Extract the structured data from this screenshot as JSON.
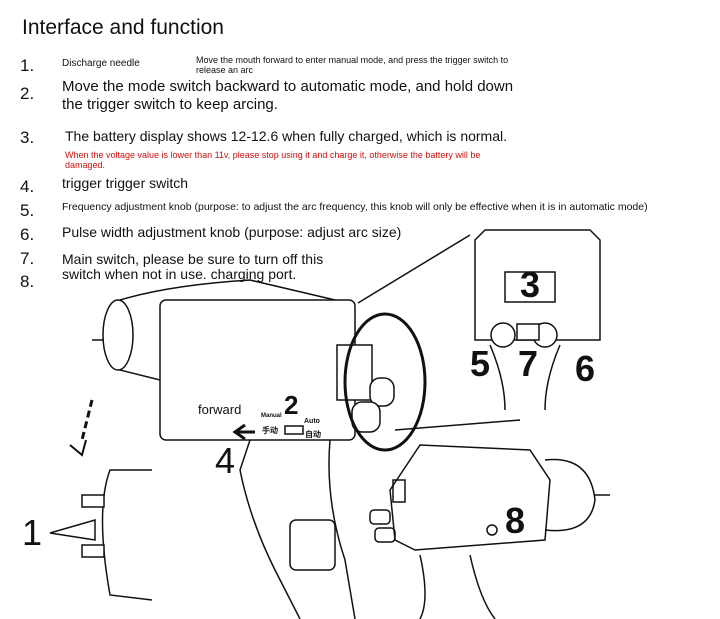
{
  "title": "Interface and function",
  "items": [
    {
      "n": "1.",
      "text": "Discharge needle"
    },
    {
      "n": "2.",
      "text": "Move the mode switch backward to automatic mode, and hold down",
      "text2": "the trigger switch to keep arcing.",
      "note": "Move the mouth forward to enter manual mode, and press the trigger switch to",
      "note2": "release an arc"
    },
    {
      "n": "3.",
      "text": "The battery display shows 12-12.6 when fully charged, which is normal.",
      "warning": "When the voltage value is lower than 11v, please stop using it and charge it, otherwise the battery will be",
      "warning2": "damaged."
    },
    {
      "n": "4.",
      "text": "trigger trigger switch"
    },
    {
      "n": "5.",
      "text": "Frequency adjustment knob (purpose: to adjust the arc frequency, this knob will only be effective when it is in automatic mode)"
    },
    {
      "n": "6.",
      "text": "Pulse width adjustment knob (purpose: adjust arc size)"
    },
    {
      "n": "7.",
      "text": "Main switch, please be sure to turn off this",
      "text2": "switch when not in use. charging port."
    },
    {
      "n": "8.",
      "text": ""
    }
  ],
  "callouts": {
    "c1": "1",
    "c2": "2",
    "c3": "3",
    "c4": "4",
    "c5": "5",
    "c6": "6",
    "c7": "7",
    "c8": "8"
  },
  "device_labels": {
    "forward": "forward",
    "manual": "Manual",
    "manual_cn": "手动",
    "auto": "Auto",
    "auto_cn": "自动"
  },
  "colors": {
    "warning": "#cc1111",
    "line": "#111111"
  }
}
